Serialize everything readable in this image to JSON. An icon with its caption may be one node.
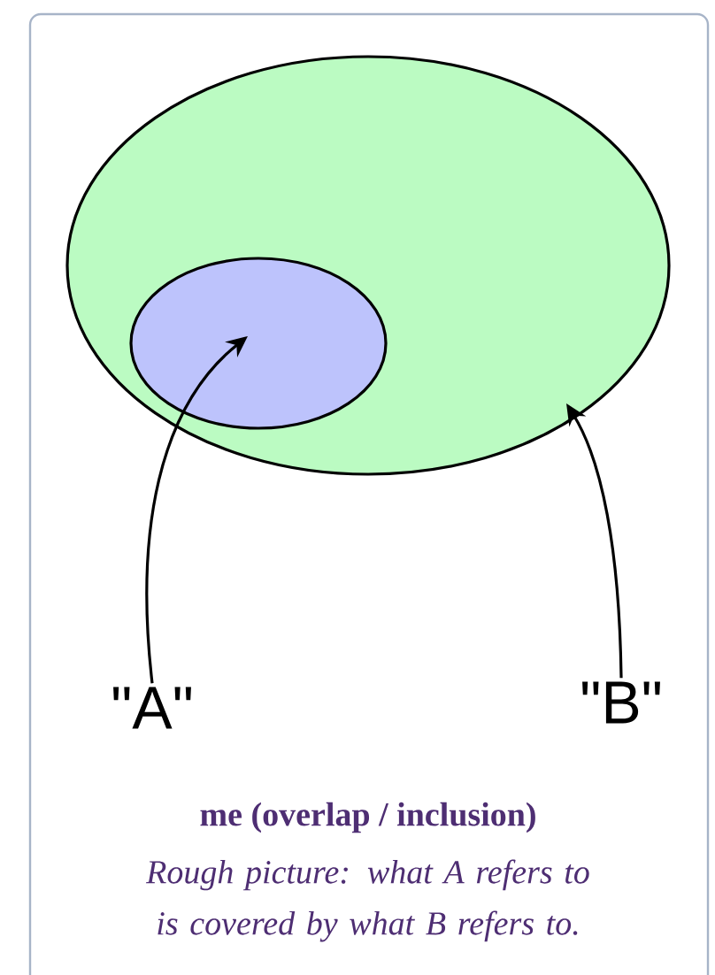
{
  "diagram": {
    "title": "**me** (overlap / inclusion)",
    "caption": "Rough picture: what A refers to is covered by what B refers to.",
    "nodes": [
      {
        "text": [],
        "shape": "ellipse"
      },
      {
        "text": [],
        "shape": "ellipse",
        "in": 0
      },
      {
        "text": [
          "\"A\""
        ]
      },
      {
        "text": [
          "\"B\""
        ]
      }
    ],
    "edges": [
      {
        "from": 2,
        "to": 1,
        "arrow": "to"
      },
      {
        "from": 3,
        "to": 0,
        "arrow": "to"
      }
    ]
  }
}
